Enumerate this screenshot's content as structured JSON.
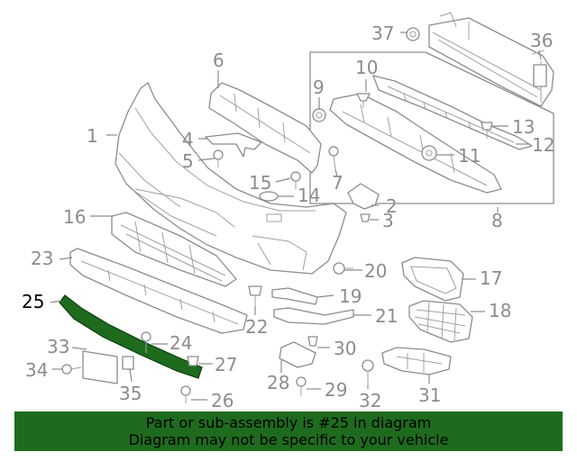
{
  "colors": {
    "line_art": "#8c8c8c",
    "highlight_fill": "#1e6b1e",
    "footer_background": "#1e6b1e",
    "text": "#000000"
  },
  "highlighted_part": "25",
  "callouts": [
    {
      "id": "1",
      "label": "1"
    },
    {
      "id": "2",
      "label": "2"
    },
    {
      "id": "3",
      "label": "3"
    },
    {
      "id": "4",
      "label": "4"
    },
    {
      "id": "5",
      "label": "5"
    },
    {
      "id": "6",
      "label": "6"
    },
    {
      "id": "7",
      "label": "7"
    },
    {
      "id": "8",
      "label": "8"
    },
    {
      "id": "9",
      "label": "9"
    },
    {
      "id": "10",
      "label": "10"
    },
    {
      "id": "11",
      "label": "11"
    },
    {
      "id": "12",
      "label": "12"
    },
    {
      "id": "13",
      "label": "13"
    },
    {
      "id": "14",
      "label": "14"
    },
    {
      "id": "15",
      "label": "15"
    },
    {
      "id": "16",
      "label": "16"
    },
    {
      "id": "17",
      "label": "17"
    },
    {
      "id": "18",
      "label": "18"
    },
    {
      "id": "19",
      "label": "19"
    },
    {
      "id": "20",
      "label": "20"
    },
    {
      "id": "21",
      "label": "21"
    },
    {
      "id": "22",
      "label": "22"
    },
    {
      "id": "23",
      "label": "23"
    },
    {
      "id": "24",
      "label": "24"
    },
    {
      "id": "25",
      "label": "25"
    },
    {
      "id": "26",
      "label": "26"
    },
    {
      "id": "27",
      "label": "27"
    },
    {
      "id": "28",
      "label": "28"
    },
    {
      "id": "29",
      "label": "29"
    },
    {
      "id": "30",
      "label": "30"
    },
    {
      "id": "31",
      "label": "31"
    },
    {
      "id": "32",
      "label": "32"
    },
    {
      "id": "33",
      "label": "33"
    },
    {
      "id": "34",
      "label": "34"
    },
    {
      "id": "35",
      "label": "35"
    },
    {
      "id": "36",
      "label": "36"
    },
    {
      "id": "37",
      "label": "37"
    }
  ],
  "footer": {
    "line1": "Part or sub-assembly is #25 in diagram",
    "line2": "Diagram may not be specific to your vehicle"
  }
}
